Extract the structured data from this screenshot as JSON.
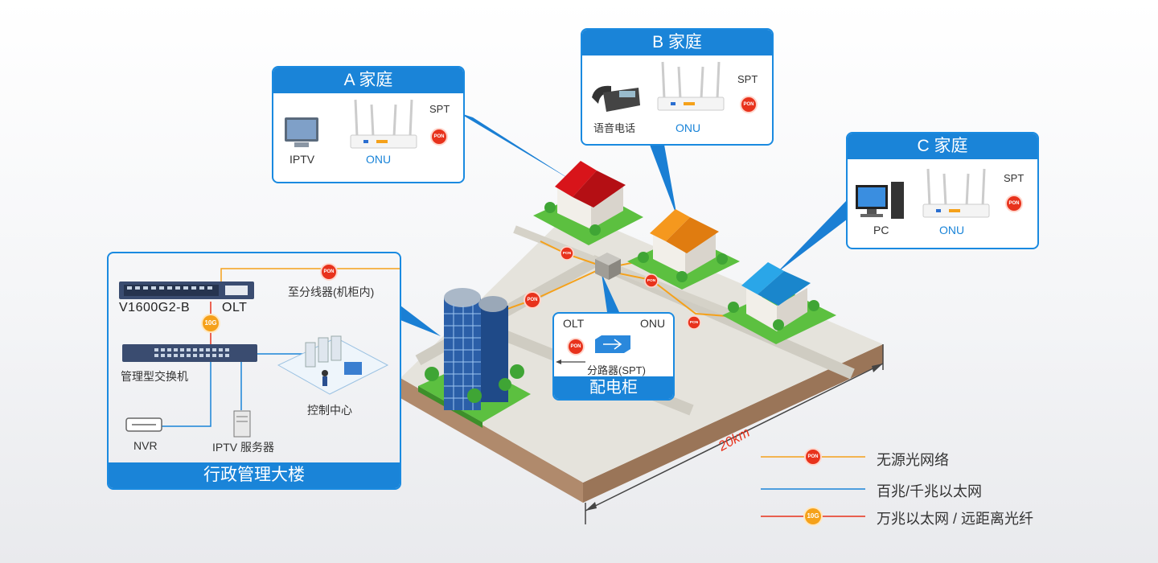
{
  "home_a": {
    "title": "A 家庭",
    "device": "IPTV",
    "onu": "ONU",
    "spt": "SPT",
    "pon": "PON"
  },
  "home_b": {
    "title": "B 家庭",
    "device": "语音电话",
    "onu": "ONU",
    "spt": "SPT",
    "pon": "PON"
  },
  "home_c": {
    "title": "C 家庭",
    "device": "PC",
    "onu": "ONU",
    "spt": "SPT",
    "pon": "PON"
  },
  "admin": {
    "title": "行政管理大楼",
    "olt_model": "V1600G2-B",
    "olt": "OLT",
    "uplink_badge": "10G",
    "to_splitter": "至分线器(机柜内)",
    "pon": "PON",
    "switch": "管理型交换机",
    "nvr": "NVR",
    "iptv_server": "IPTV 服务器",
    "control_center": "控制中心"
  },
  "cabinet": {
    "title": "配电柜",
    "olt": "OLT",
    "onu": "ONU",
    "splitter": "分路器(SPT)",
    "pon": "PON"
  },
  "map": {
    "distance": "20km",
    "pon": "PON"
  },
  "legend": [
    {
      "badge": "PON",
      "label": "无源光网络",
      "color": "#f5a11a"
    },
    {
      "badge": "",
      "label": "百兆/千兆以太网",
      "color": "#1a84d8"
    },
    {
      "badge": "10G",
      "label": "万兆以太网 / 远距离光纤",
      "color": "#e8321c"
    }
  ],
  "colors": {
    "accent": "#1a84d8",
    "pon_line": "#f5a11a",
    "fiber_red": "#e8321c"
  }
}
